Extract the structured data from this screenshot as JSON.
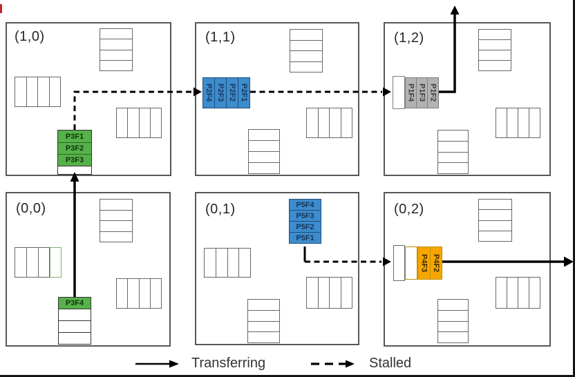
{
  "colors": {
    "green": "#56b14a",
    "green-border": "#2a6b21",
    "green-text": "#11330d",
    "blue": "#3d8ccd",
    "blue-border": "#1f4e79",
    "blue-text": "#16365c",
    "gray": "#b3b3b3",
    "gray-border": "#7d7d7d",
    "gray-text": "#3c3c3c",
    "orange": "#f7a600",
    "orange-border": "#bf8f00",
    "orange-text": "#3a2a00",
    "highlight-green": "#7fb069",
    "accent-red": "#c0272d"
  },
  "tiles": {
    "t10": {
      "label": "(1,0)"
    },
    "t11": {
      "label": "(1,1)"
    },
    "t12": {
      "label": "(1,2)"
    },
    "t00": {
      "label": "(0,0)"
    },
    "t01": {
      "label": "(0,1)"
    },
    "t02": {
      "label": "(0,2)"
    }
  },
  "queues": {
    "p3_head": {
      "tile": "(1,0)",
      "color": "green",
      "flits": [
        "P3F1",
        "P3F2",
        "P3F3"
      ],
      "empty_slots": 1
    },
    "p2": {
      "tile": "(1,1)",
      "color": "blue",
      "flits": [
        "P2F4",
        "P2F3",
        "P2F2",
        "P2F1"
      ],
      "empty_slots": 0
    },
    "p1": {
      "tile": "(1,2)",
      "color": "gray",
      "flits": [
        "P1F4",
        "P1F3",
        "P1F2"
      ],
      "empty_slots": 1
    },
    "p3_tail": {
      "tile": "(0,0)",
      "color": "green",
      "flits": [
        "P3F4"
      ],
      "empty_slots": 3
    },
    "p5": {
      "tile": "(0,1)",
      "color": "blue",
      "flits": [
        "P5F4",
        "P5F3",
        "P5F2",
        "P5F1"
      ],
      "empty_slots": 0
    },
    "p4": {
      "tile": "(0,2)",
      "color": "orange",
      "flits": [
        "P4F3",
        "P4F2"
      ],
      "empty_slots": 2
    }
  },
  "flows": [
    {
      "style": "solid",
      "meaning": "Transferring",
      "route": "(0,0) to (1,0)"
    },
    {
      "style": "dashed",
      "meaning": "Stalled",
      "route": "(1,0) to (1,1)"
    },
    {
      "style": "dashed",
      "meaning": "Stalled",
      "route": "(1,1) to (1,2)"
    },
    {
      "style": "solid",
      "meaning": "Transferring",
      "route": "(1,2) north out"
    },
    {
      "style": "dashed",
      "meaning": "Stalled",
      "route": "(0,1) to (0,2)"
    },
    {
      "style": "solid",
      "meaning": "Transferring",
      "route": "(0,2) east out"
    }
  ],
  "legend": {
    "transferring": "Transferring",
    "stalled": "Stalled"
  }
}
